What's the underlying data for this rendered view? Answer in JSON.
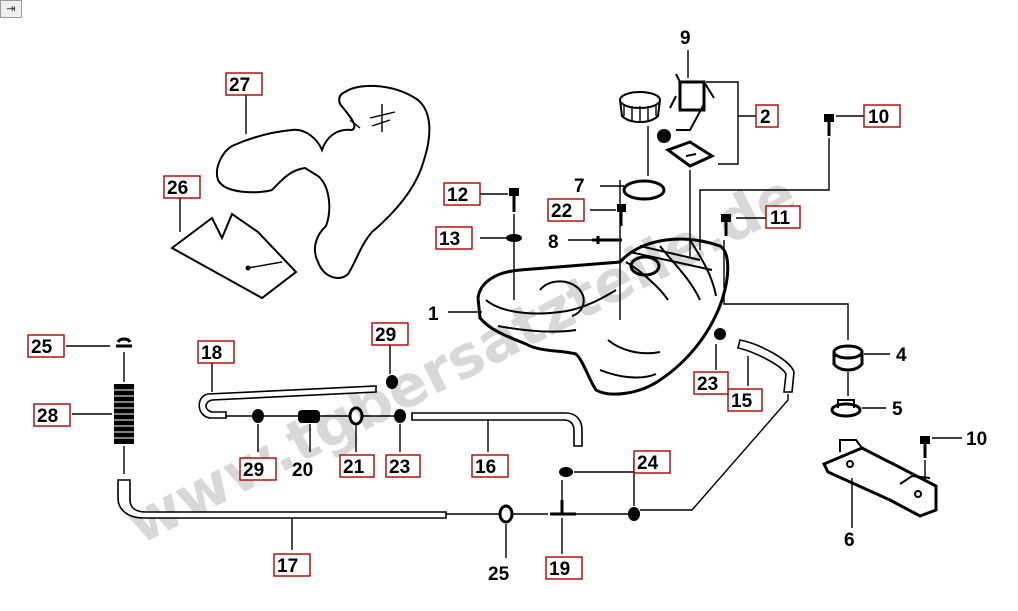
{
  "corner_button": {
    "glyph": "⇥"
  },
  "watermark": "www.tgbersatzteile.de",
  "callouts": {
    "c1": "1",
    "c2": "2",
    "c4": "4",
    "c5": "5",
    "c6": "6",
    "c7": "7",
    "c8": "8",
    "c9": "9",
    "c10a": "10",
    "c10b": "10",
    "c11": "11",
    "c12": "12",
    "c13": "13",
    "c15": "15",
    "c16": "16",
    "c17": "17",
    "c18": "18",
    "c19": "19",
    "c20": "20",
    "c21": "21",
    "c22": "22",
    "c23a": "23",
    "c23b": "23",
    "c24": "24",
    "c25a": "25",
    "c25b": "25",
    "c26": "26",
    "c27": "27",
    "c28": "28",
    "c29a": "29",
    "c29b": "29"
  }
}
